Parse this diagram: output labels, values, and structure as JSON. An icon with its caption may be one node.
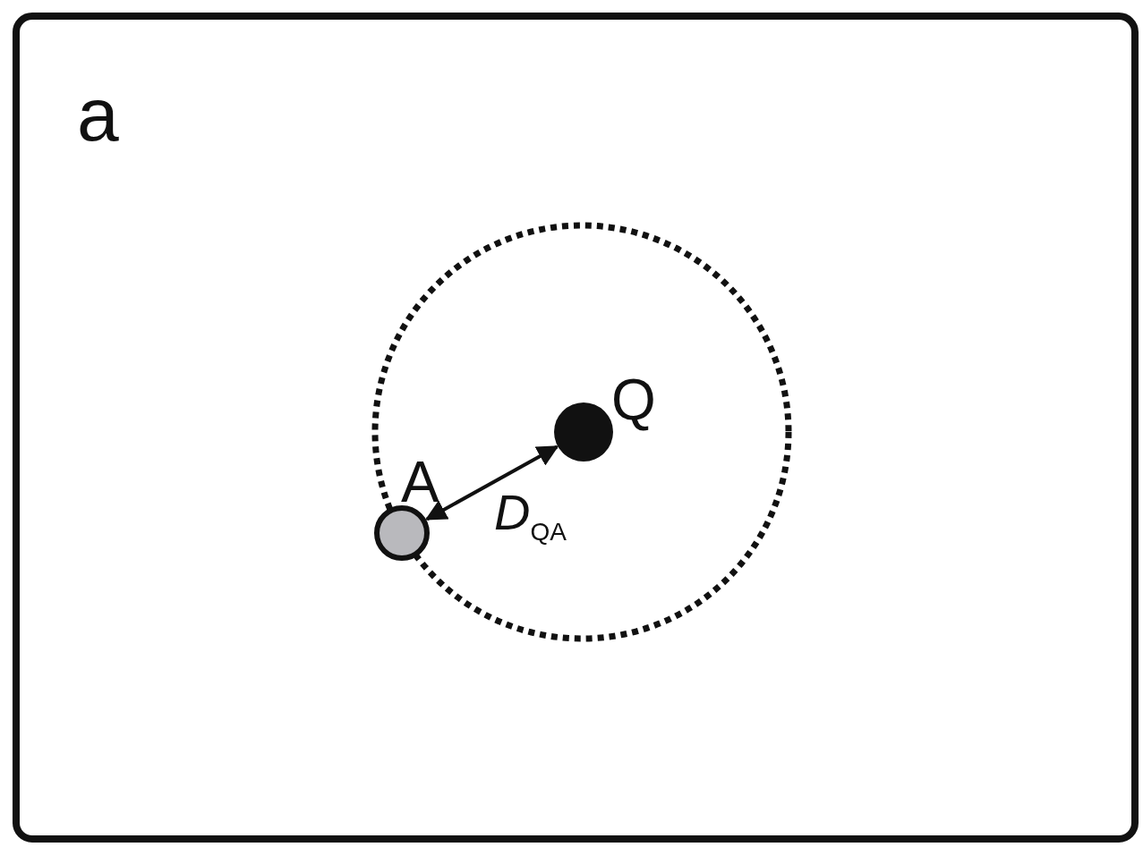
{
  "diagram": {
    "nodes": [
      {
        "text": [],
        "shape": "circle",
        "beside": [
          "Q"
        ]
      },
      {
        "text": [],
        "shape": "circle",
        "beside": [
          "A"
        ]
      }
    ],
    "edges": [
      {
        "from": 0,
        "to": 1,
        "arrow": "both",
        "label": "*D*$_{QA}$"
      }
    ],
    "labels": [
      "a"
    ]
  }
}
